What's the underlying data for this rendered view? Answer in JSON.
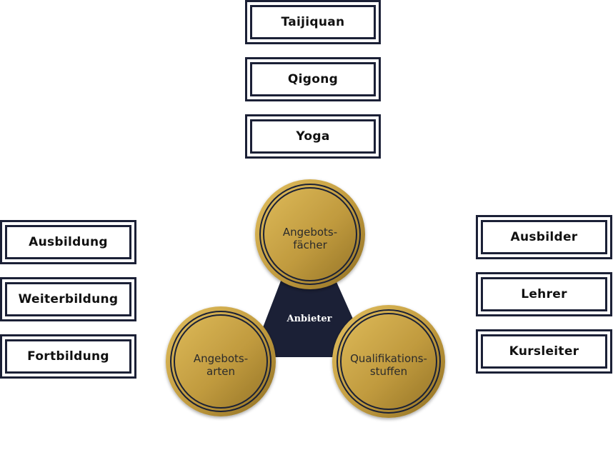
{
  "colors": {
    "navy": "#1b2036",
    "gold_light": "#e2bf5e",
    "gold_dark": "#8f6f23"
  },
  "top_boxes": [
    "Taijiquan",
    "Qigong",
    "Yoga"
  ],
  "left_boxes": [
    "Ausbildung",
    "Weiterbildung",
    "Fortbildung"
  ],
  "right_boxes": [
    "Ausbilder",
    "Lehrer",
    "Kursleiter"
  ],
  "circles": {
    "top": {
      "line1": "Angebots-",
      "line2": "fächer"
    },
    "left": {
      "line1": "Angebots-",
      "line2": "arten"
    },
    "right": {
      "line1": "Qualifikations-",
      "line2": "stuffen"
    }
  },
  "center": {
    "label": "Anbieter"
  }
}
